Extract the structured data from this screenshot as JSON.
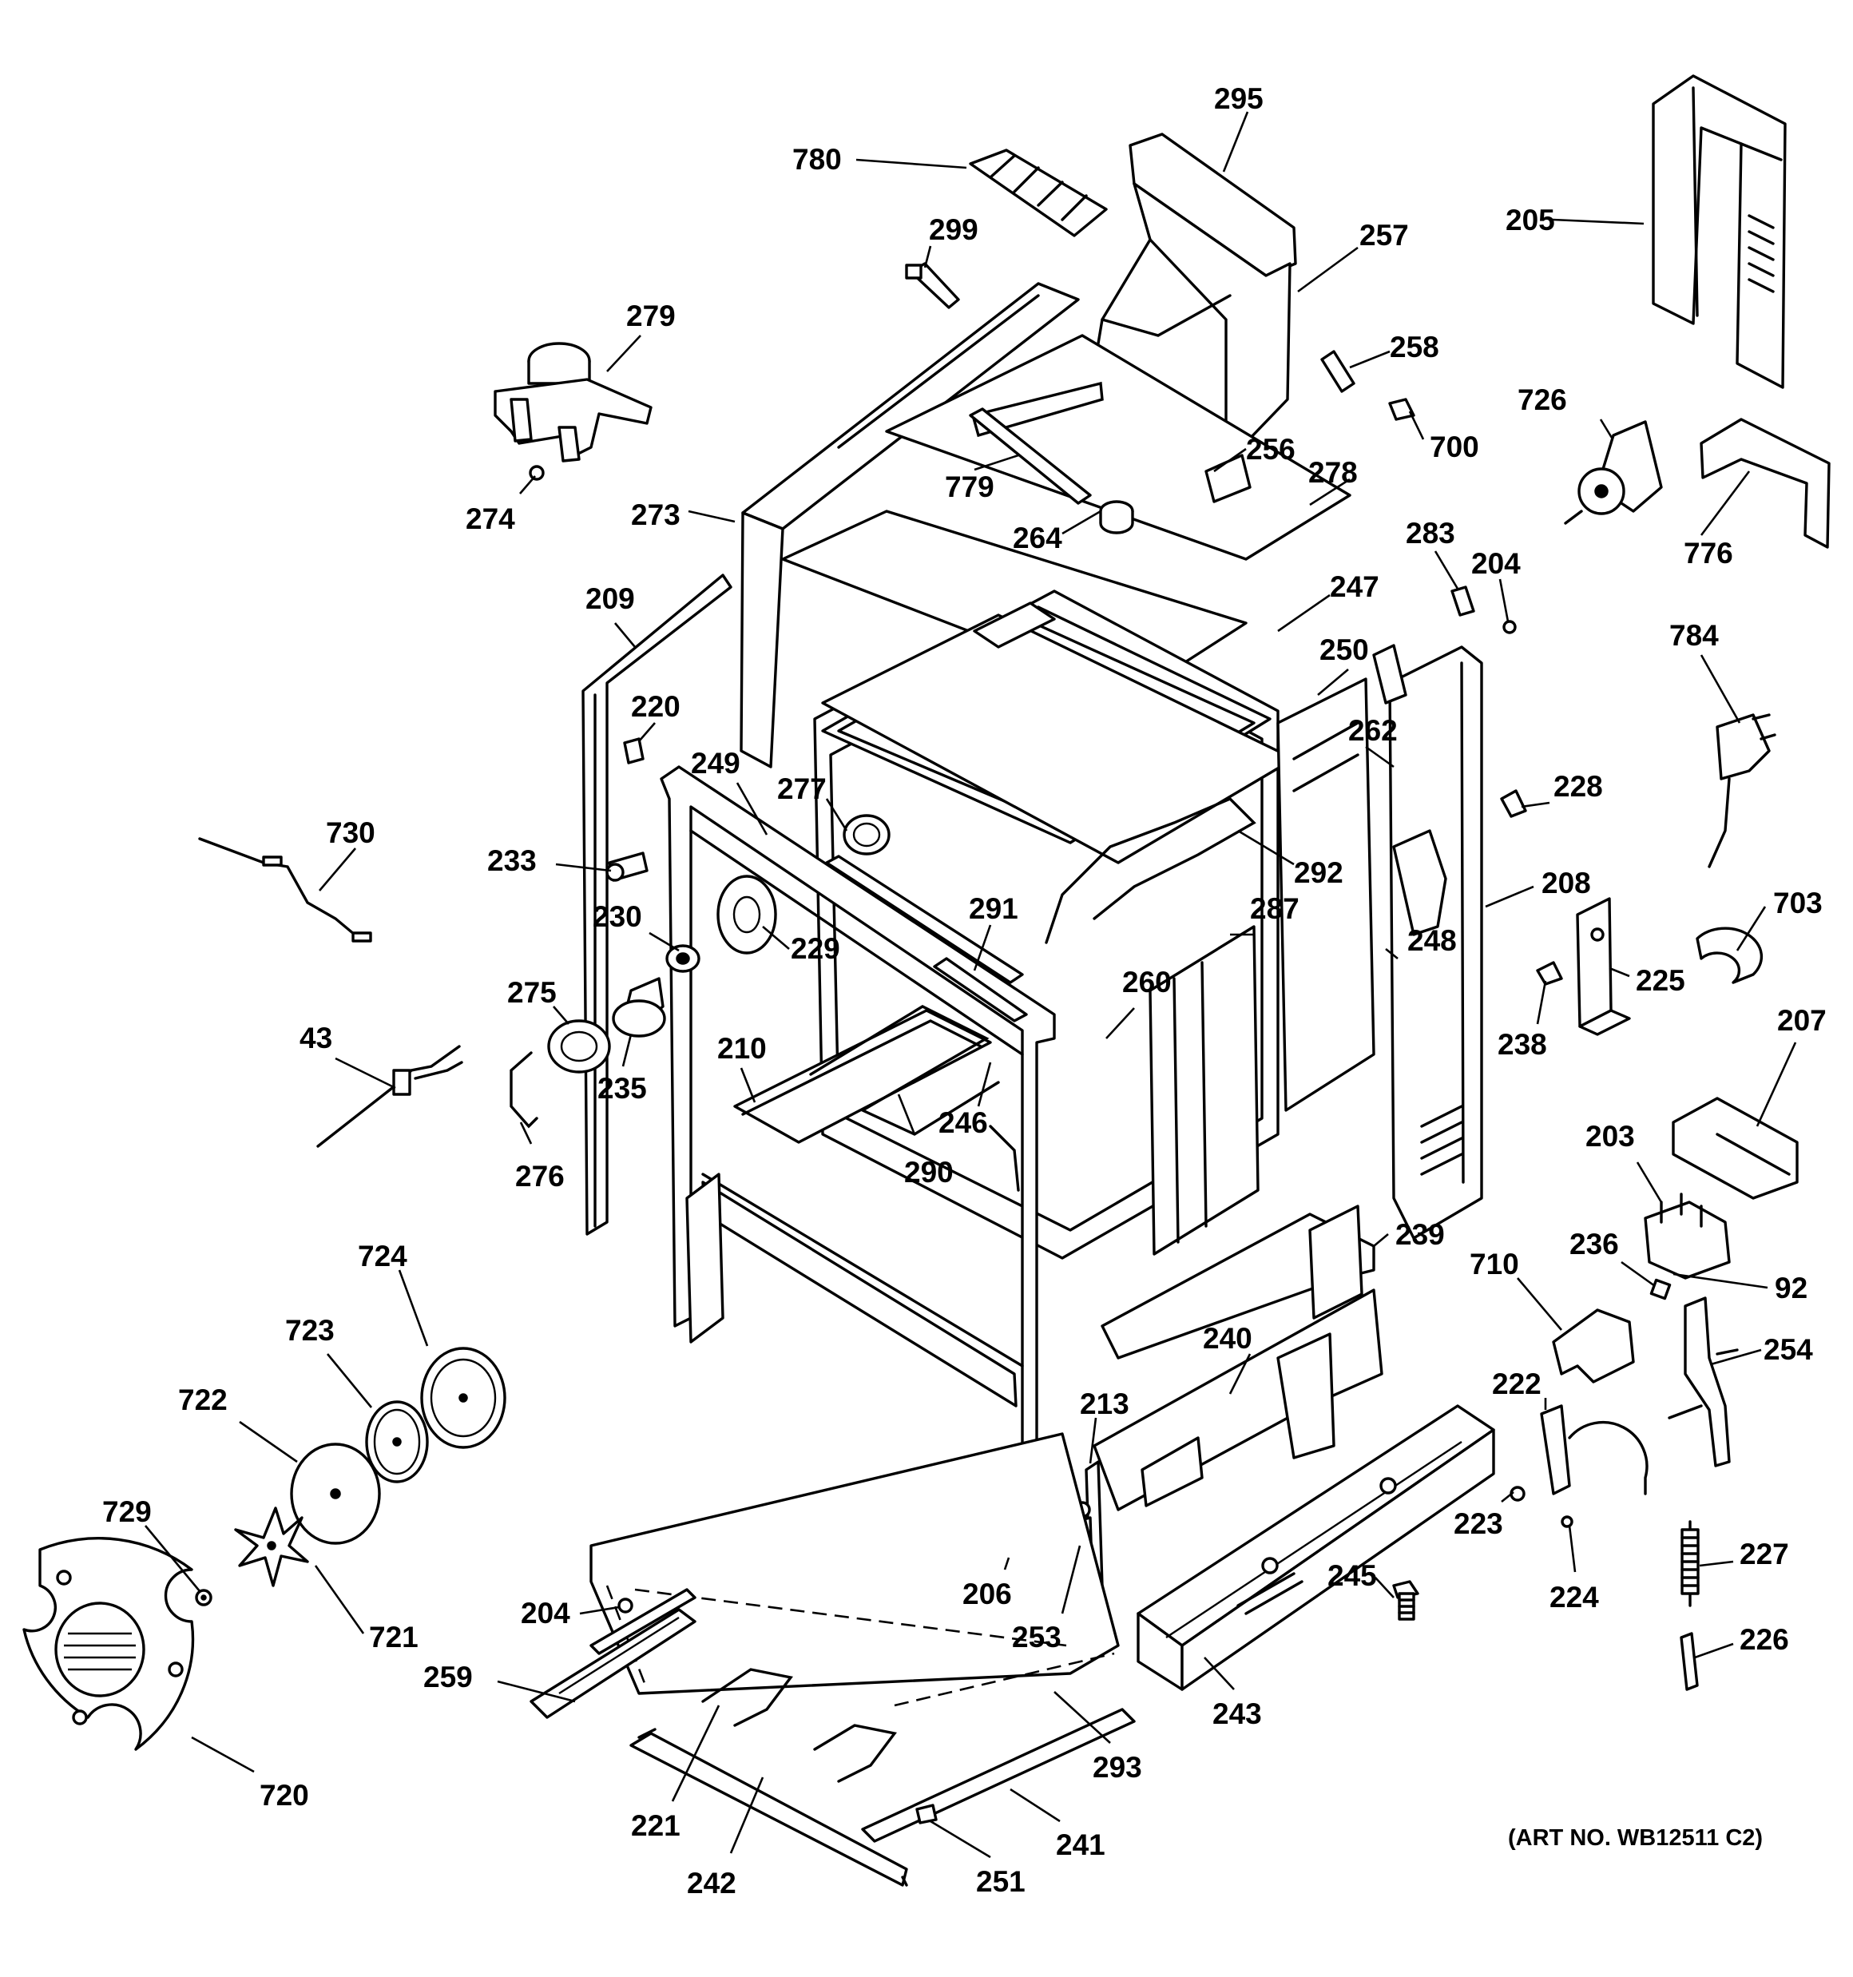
{
  "art_number": "(ART NO. WB12511 C2)",
  "callouts": [
    {
      "id": "295",
      "label": "295"
    },
    {
      "id": "780",
      "label": "780"
    },
    {
      "id": "205",
      "label": "205"
    },
    {
      "id": "299",
      "label": "299"
    },
    {
      "id": "257",
      "label": "257"
    },
    {
      "id": "279",
      "label": "279"
    },
    {
      "id": "258",
      "label": "258"
    },
    {
      "id": "726",
      "label": "726"
    },
    {
      "id": "700",
      "label": "700"
    },
    {
      "id": "256",
      "label": "256"
    },
    {
      "id": "278",
      "label": "278"
    },
    {
      "id": "779",
      "label": "779"
    },
    {
      "id": "274",
      "label": "274"
    },
    {
      "id": "273",
      "label": "273"
    },
    {
      "id": "264",
      "label": "264"
    },
    {
      "id": "776",
      "label": "776"
    },
    {
      "id": "283",
      "label": "283"
    },
    {
      "id": "204",
      "label": "204"
    },
    {
      "id": "247",
      "label": "247"
    },
    {
      "id": "209",
      "label": "209"
    },
    {
      "id": "250",
      "label": "250"
    },
    {
      "id": "784",
      "label": "784"
    },
    {
      "id": "220",
      "label": "220"
    },
    {
      "id": "262",
      "label": "262"
    },
    {
      "id": "249",
      "label": "249"
    },
    {
      "id": "277",
      "label": "277"
    },
    {
      "id": "228",
      "label": "228"
    },
    {
      "id": "730",
      "label": "730"
    },
    {
      "id": "233",
      "label": "233"
    },
    {
      "id": "292",
      "label": "292"
    },
    {
      "id": "208",
      "label": "208"
    },
    {
      "id": "291",
      "label": "291"
    },
    {
      "id": "230",
      "label": "230"
    },
    {
      "id": "287",
      "label": "287"
    },
    {
      "id": "703",
      "label": "703"
    },
    {
      "id": "248",
      "label": "248"
    },
    {
      "id": "229",
      "label": "229"
    },
    {
      "id": "225",
      "label": "225"
    },
    {
      "id": "260",
      "label": "260"
    },
    {
      "id": "275",
      "label": "275"
    },
    {
      "id": "207",
      "label": "207"
    },
    {
      "id": "43",
      "label": "43"
    },
    {
      "id": "238",
      "label": "238"
    },
    {
      "id": "210",
      "label": "210"
    },
    {
      "id": "235",
      "label": "235"
    },
    {
      "id": "246",
      "label": "246"
    },
    {
      "id": "203",
      "label": "203"
    },
    {
      "id": "290",
      "label": "290"
    },
    {
      "id": "276",
      "label": "276"
    },
    {
      "id": "239",
      "label": "239"
    },
    {
      "id": "236",
      "label": "236"
    },
    {
      "id": "724",
      "label": "724"
    },
    {
      "id": "710",
      "label": "710"
    },
    {
      "id": "92",
      "label": "92"
    },
    {
      "id": "240",
      "label": "240"
    },
    {
      "id": "723",
      "label": "723"
    },
    {
      "id": "254",
      "label": "254"
    },
    {
      "id": "722",
      "label": "722"
    },
    {
      "id": "222",
      "label": "222"
    },
    {
      "id": "213",
      "label": "213"
    },
    {
      "id": "729",
      "label": "729"
    },
    {
      "id": "223",
      "label": "223"
    },
    {
      "id": "227",
      "label": "227"
    },
    {
      "id": "206",
      "label": "206"
    },
    {
      "id": "245",
      "label": "245"
    },
    {
      "id": "224",
      "label": "224"
    },
    {
      "id": "204b",
      "label": "204"
    },
    {
      "id": "721",
      "label": "721"
    },
    {
      "id": "253",
      "label": "253"
    },
    {
      "id": "226",
      "label": "226"
    },
    {
      "id": "243",
      "label": "243"
    },
    {
      "id": "259",
      "label": "259"
    },
    {
      "id": "293",
      "label": "293"
    },
    {
      "id": "720",
      "label": "720"
    },
    {
      "id": "221",
      "label": "221"
    },
    {
      "id": "241",
      "label": "241"
    },
    {
      "id": "242",
      "label": "242"
    },
    {
      "id": "251",
      "label": "251"
    }
  ]
}
